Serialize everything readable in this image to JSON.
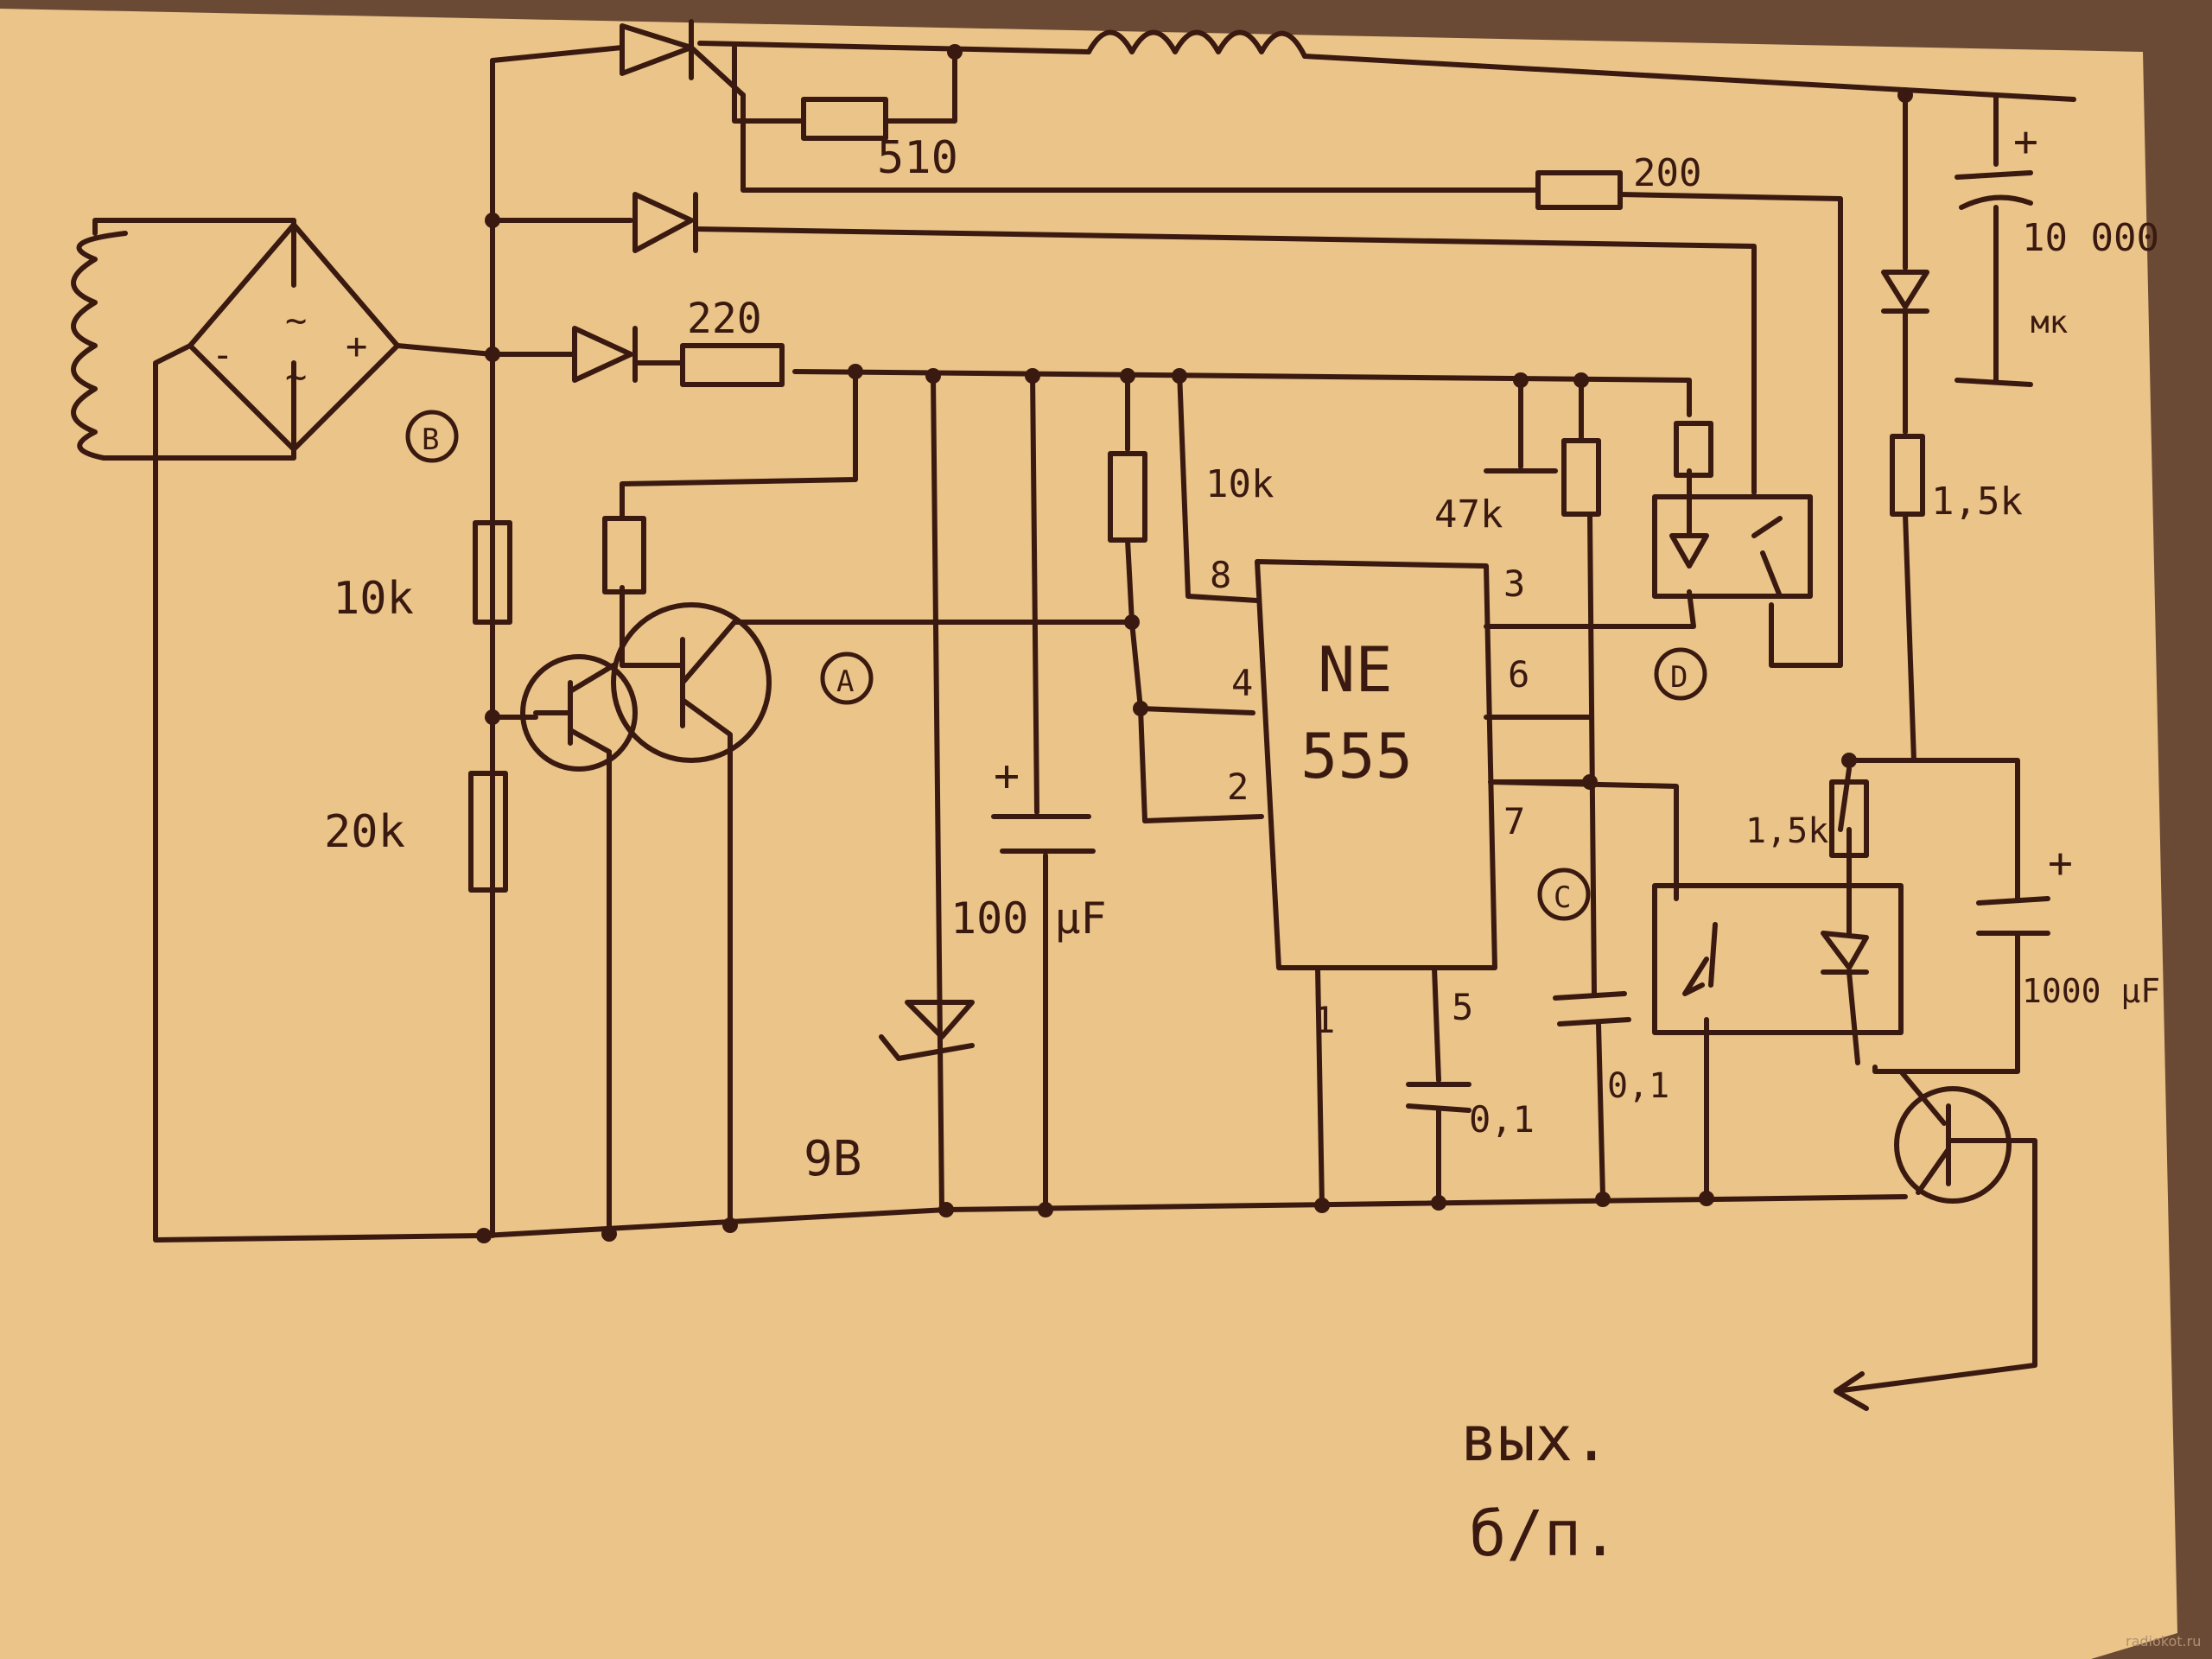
{
  "labels": {
    "r_top": "510",
    "r_mid": "200",
    "r_in": "220",
    "cap_big": "10 000",
    "cap_big_unit": "мк",
    "cap_big_plus": "+",
    "r_10k_left": "10k",
    "r_20k_left": "20k",
    "r_10k_top": "10k",
    "r_47k": "47k",
    "r_15k_right": "1,5k",
    "r_15k_led": "1,5k",
    "ic_name_1": "NE",
    "ic_name_2": "555",
    "pin8": "8",
    "pin4": "4",
    "pin2": "2",
    "pin3": "3",
    "pin6": "6",
    "pin7": "7",
    "pin1": "1",
    "pin5": "5",
    "cap_100": "100 μF",
    "cap_100_plus": "+",
    "zener": "9В",
    "cap_01_a": "0,1",
    "cap_01_b": "0,1",
    "cap_1000": "1000 μF",
    "cap_1000_plus": "+",
    "node_a": "A",
    "node_b": "B",
    "node_c": "C",
    "node_d": "D",
    "bridge_plus": "+",
    "bridge_ac1": "~",
    "bridge_ac2": "~",
    "bridge_minus": "-",
    "out_1": "вых.",
    "out_2": "б/п.",
    "watermark": "radiokot.ru"
  },
  "colors": {
    "paper": "#eac489",
    "ink": "#3a1a10",
    "background": "#5a3a2a"
  }
}
